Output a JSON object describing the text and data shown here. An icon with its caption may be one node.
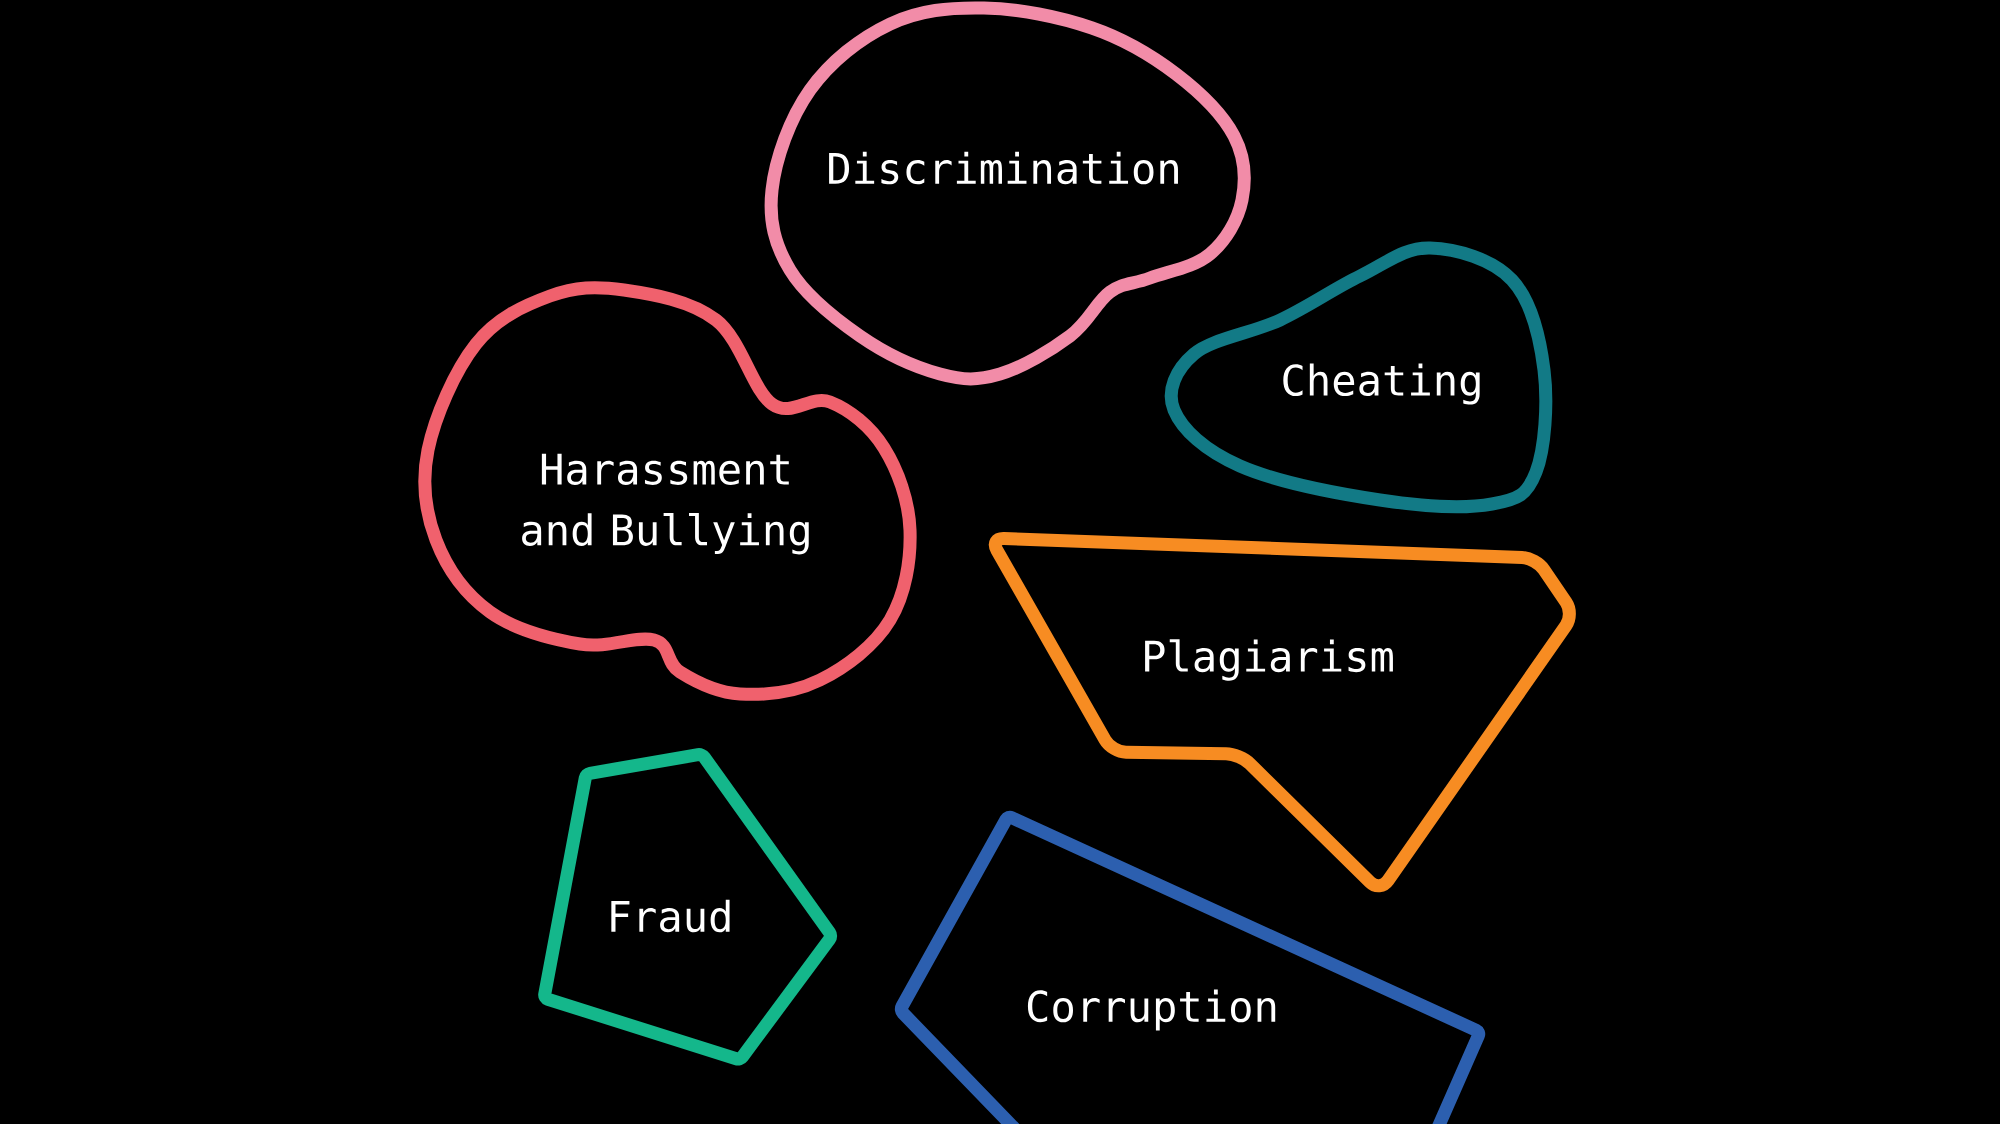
{
  "diagram": {
    "nodes": [
      {
        "text": [
          "Discrimination"
        ]
      },
      {
        "text": [
          "Cheating"
        ]
      },
      {
        "text": [
          "Harassment and Bullying"
        ]
      },
      {
        "text": [
          "Plagiarism"
        ]
      },
      {
        "text": [
          "Fraud"
        ]
      },
      {
        "text": [
          "Corruption"
        ]
      }
    ]
  }
}
